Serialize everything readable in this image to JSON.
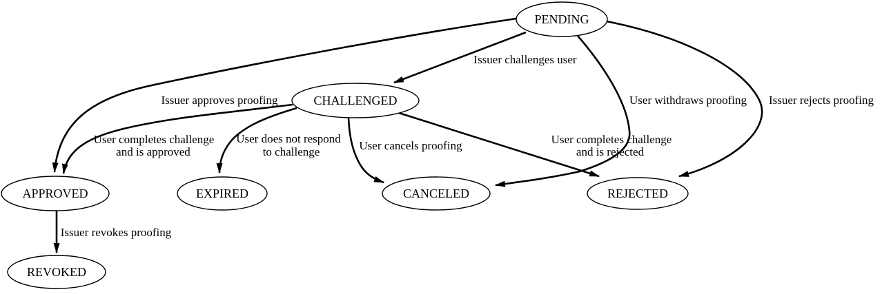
{
  "diagram": {
    "type": "state-diagram",
    "colors": {
      "line": "#000000",
      "node_fill": "#ffffff",
      "text": "#000000",
      "background": "#ffffff"
    },
    "nodes": {
      "pending": {
        "label": "PENDING"
      },
      "challenged": {
        "label": "CHALLENGED"
      },
      "approved": {
        "label": "APPROVED"
      },
      "expired": {
        "label": "EXPIRED"
      },
      "canceled": {
        "label": "CANCELED"
      },
      "rejected": {
        "label": "REJECTED"
      },
      "revoked": {
        "label": "REVOKED"
      }
    },
    "edges": {
      "pending_challenged": {
        "from": "PENDING",
        "to": "CHALLENGED",
        "label": "Issuer challenges user"
      },
      "pending_approved": {
        "from": "PENDING",
        "to": "APPROVED",
        "label": "Issuer approves proofing"
      },
      "pending_canceled": {
        "from": "PENDING",
        "to": "CANCELED",
        "label": "User withdraws proofing"
      },
      "pending_rejected": {
        "from": "PENDING",
        "to": "REJECTED",
        "label": "Issuer rejects proofing"
      },
      "challenged_approved": {
        "from": "CHALLENGED",
        "to": "APPROVED",
        "label_line1": "User completes challenge",
        "label_line2": "and is approved"
      },
      "challenged_expired": {
        "from": "CHALLENGED",
        "to": "EXPIRED",
        "label_line1": "User does not respond",
        "label_line2": "to challenge"
      },
      "challenged_canceled": {
        "from": "CHALLENGED",
        "to": "CANCELED",
        "label": "User cancels proofing"
      },
      "challenged_rejected": {
        "from": "CHALLENGED",
        "to": "REJECTED",
        "label_line1": "User completes challenge",
        "label_line2": "and is rejected"
      },
      "approved_revoked": {
        "from": "APPROVED",
        "to": "REVOKED",
        "label": "Issuer revokes proofing"
      }
    }
  }
}
